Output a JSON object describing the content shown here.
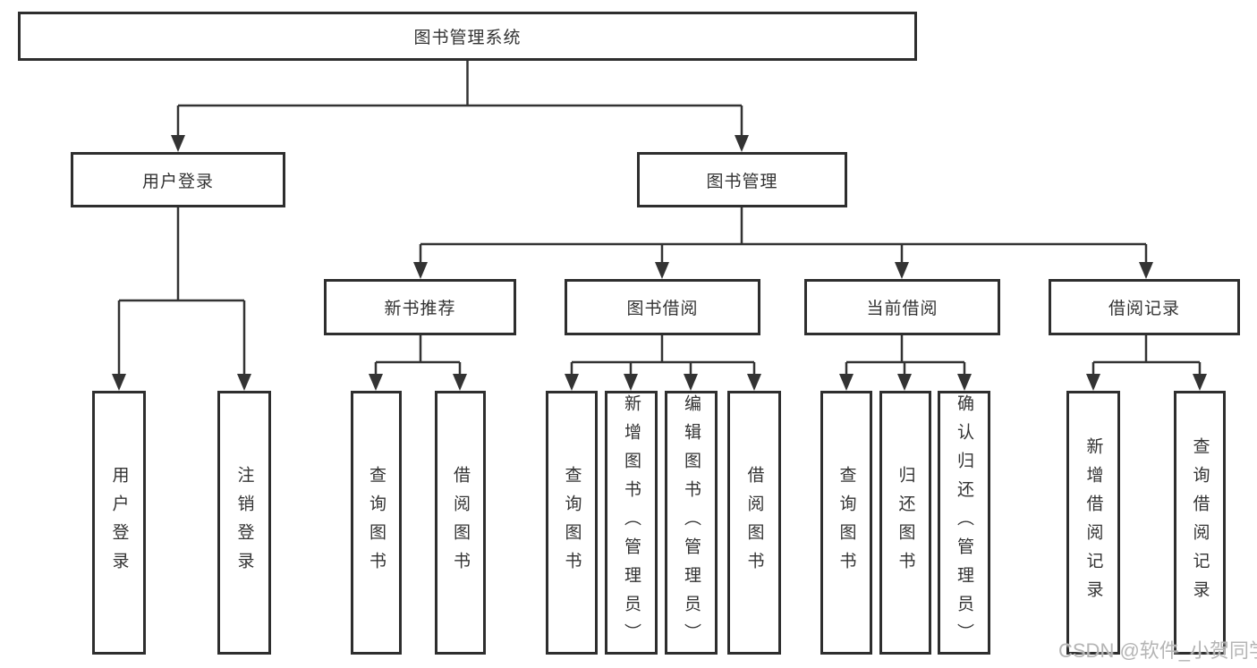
{
  "diagram": {
    "root": {
      "label": "图书管理系统"
    },
    "branches": [
      {
        "label": "用户登录",
        "children": [
          {
            "label": "用户登录"
          },
          {
            "label": "注销登录"
          }
        ]
      },
      {
        "label": "图书管理",
        "children": [
          {
            "label": "新书推荐",
            "children": [
              {
                "label": "查询图书"
              },
              {
                "label": "借阅图书"
              }
            ]
          },
          {
            "label": "图书借阅",
            "children": [
              {
                "label": "查询图书"
              },
              {
                "label": "新增图书（管理员）"
              },
              {
                "label": "编辑图书（管理员）"
              },
              {
                "label": "借阅图书"
              }
            ]
          },
          {
            "label": "当前借阅",
            "children": [
              {
                "label": "查询图书"
              },
              {
                "label": "归还图书"
              },
              {
                "label": "确认归还（管理员）"
              }
            ]
          },
          {
            "label": "借阅记录",
            "children": [
              {
                "label": "新增借阅记录"
              },
              {
                "label": "查询借阅记录"
              }
            ]
          }
        ]
      }
    ]
  },
  "watermark": {
    "text": "CSDN @软件_小贺同学"
  },
  "colors": {
    "line": "#333333",
    "box_border": "#2e2e2e",
    "box_fill": "#ffffff",
    "text": "#333333",
    "watermark": "#b5b5b5",
    "background": "#ffffff"
  }
}
